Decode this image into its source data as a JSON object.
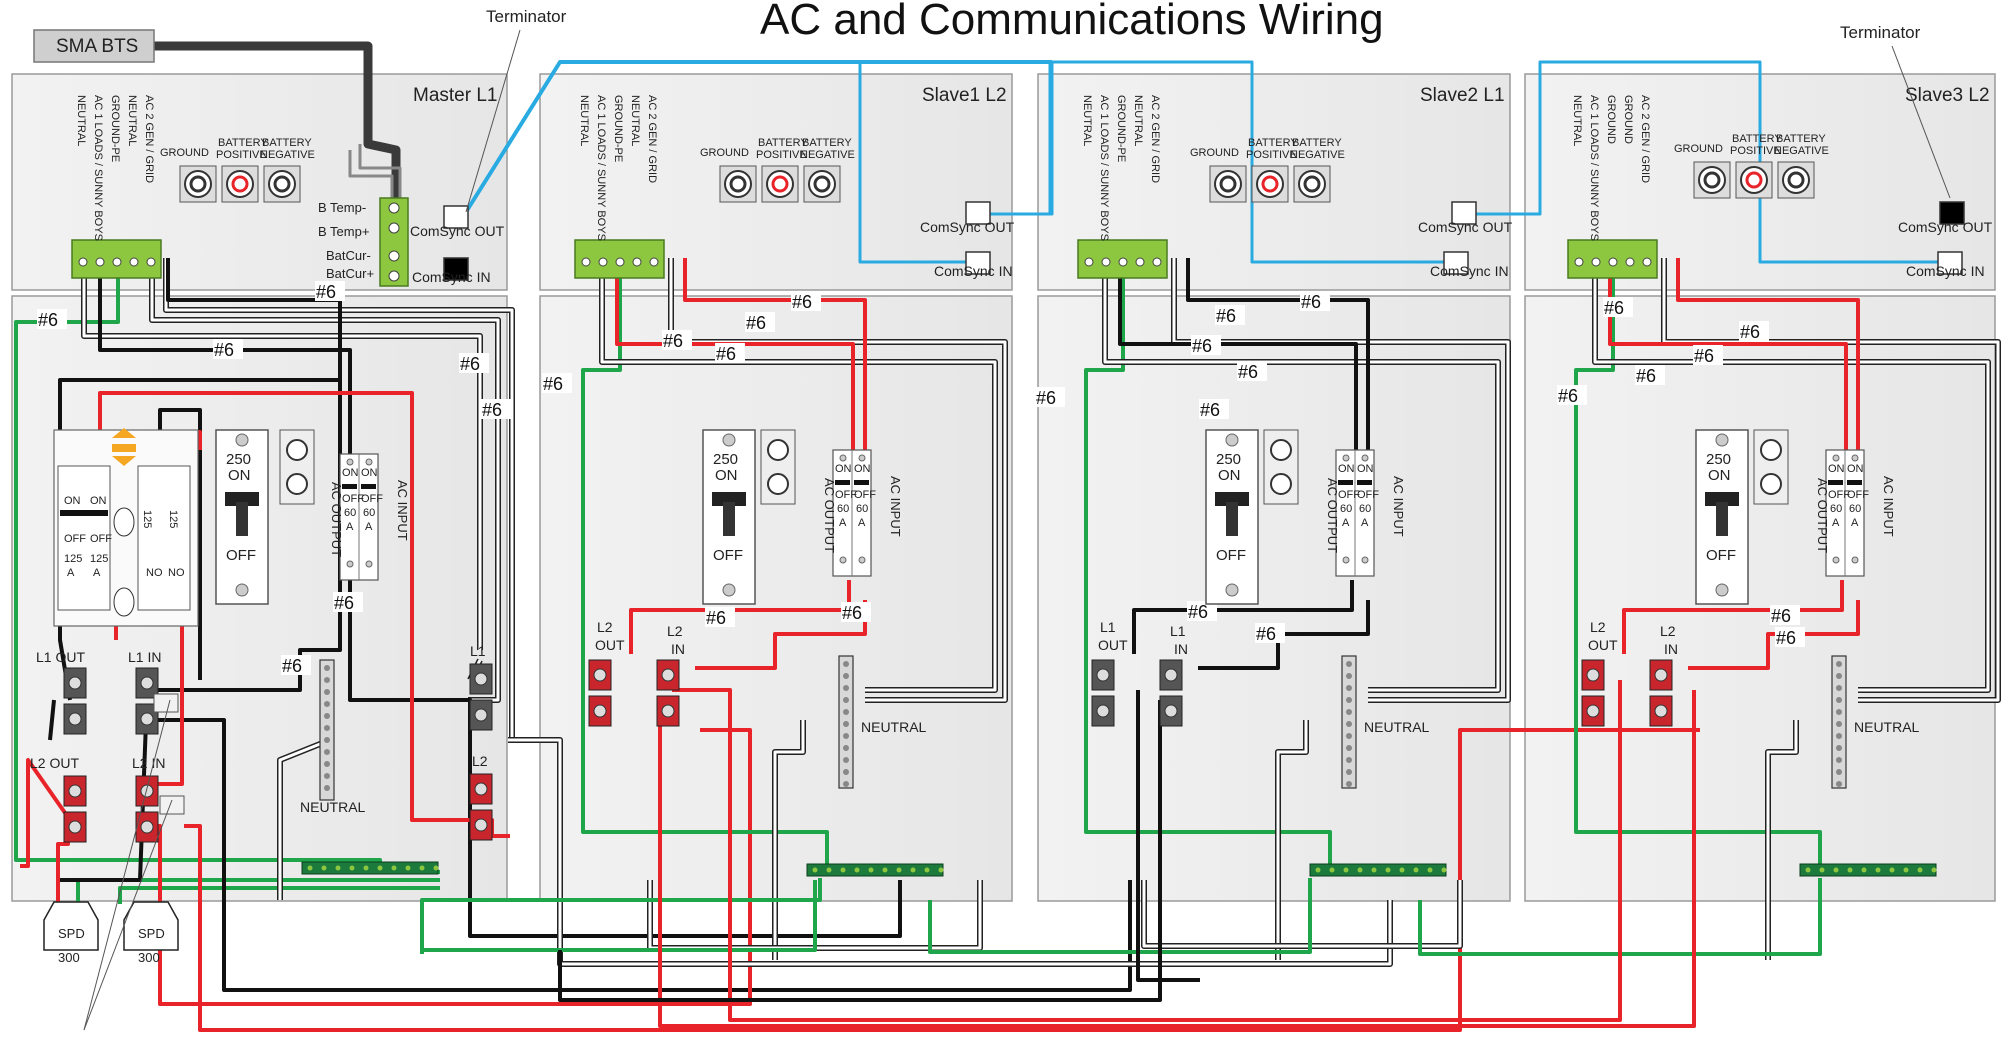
{
  "title": "AC and Communications Wiring",
  "sma_bts": "SMA BTS",
  "terminator": "Terminator",
  "wire_gauge": "#6",
  "colors": {
    "black": "#111111",
    "red": "#e8232a",
    "green": "#1fa64a",
    "blue": "#29abe2",
    "white": "#ffffff",
    "terminal_green": "#8dc63f",
    "busbar": "#1d7a3d"
  },
  "panels": [
    {
      "name": "Master L1"
    },
    {
      "name": "Slave1 L2"
    },
    {
      "name": "Slave2 L1"
    },
    {
      "name": "Slave3 L2"
    }
  ],
  "terminal_labels": [
    "NEUTRAL",
    "AC 1 LOADS / SUNNY BOYS",
    "GROUND-PE",
    "NEUTRAL",
    "AC 2 GEN / GRID"
  ],
  "terminal_labels_slave3": [
    "NEUTRAL",
    "AC 1 LOADS / SUNNY BOYS",
    "GROUND",
    "GROUND",
    "AC 2 GEN / GRID"
  ],
  "ground_label": "GROUND",
  "battery_positive": [
    "BATTERY",
    "POSITIVE"
  ],
  "battery_negative": [
    "BATTERY",
    "NEGATIVE"
  ],
  "comsync_out": "ComSync OUT",
  "comsync_in": "ComSync IN",
  "sensor_labels": [
    "B Temp-",
    "B Temp+",
    "BatCur-",
    "BatCur+"
  ],
  "breaker": {
    "rating": "250",
    "on": "ON",
    "off": "OFF"
  },
  "ac_output": "AC OUTPUT",
  "ac_input": "AC INPUT",
  "small_breaker": {
    "on": "ON",
    "off": "OFF",
    "amps": "60",
    "unit": "A"
  },
  "bypass_breaker": {
    "on": "ON",
    "off": "OFF",
    "amps": "125",
    "unit": "A",
    "no": "NO"
  },
  "master_labels": {
    "l1_out": "L1 OUT",
    "l1_in": "L1 IN",
    "l2_out": "L2 OUT",
    "l2_in": "L2 IN",
    "l1": "L1",
    "l2": "L2"
  },
  "slave_labels": {
    "l1_out": [
      "L1",
      "OUT"
    ],
    "l1_in": [
      "L1",
      "IN"
    ],
    "l2_out": [
      "L2",
      "OUT"
    ],
    "l2_in": [
      "L2",
      "IN"
    ]
  },
  "neutral": "NEUTRAL",
  "spd": {
    "label": "SPD",
    "value": "300"
  }
}
